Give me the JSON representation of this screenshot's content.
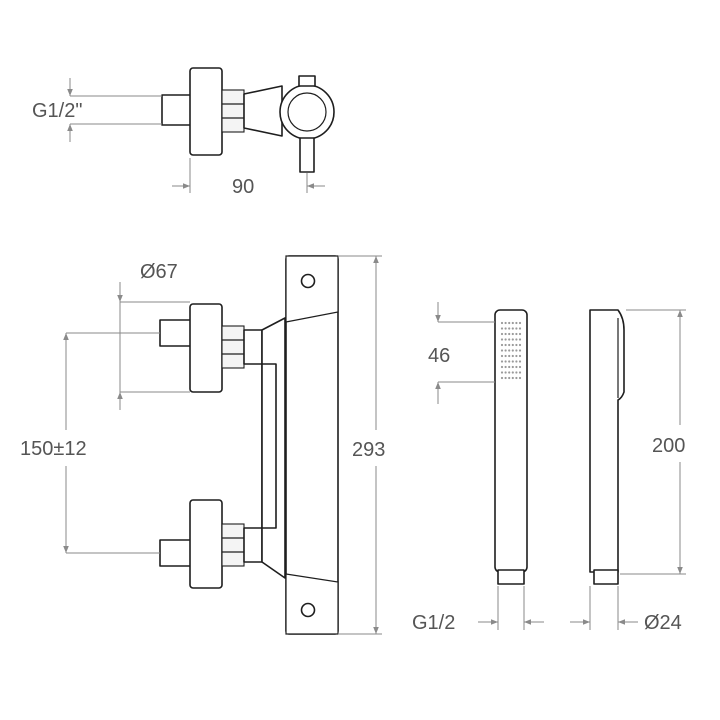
{
  "dimensions": {
    "top_thread": "G1/2\"",
    "top_depth": "90",
    "eccentric_diameter": "Ø67",
    "inlet_spacing": "150±12",
    "body_height": "293",
    "spray_face": "46",
    "handshower_thread": "G1/2",
    "handshower_length": "200",
    "handshower_diameter": "Ø24"
  }
}
